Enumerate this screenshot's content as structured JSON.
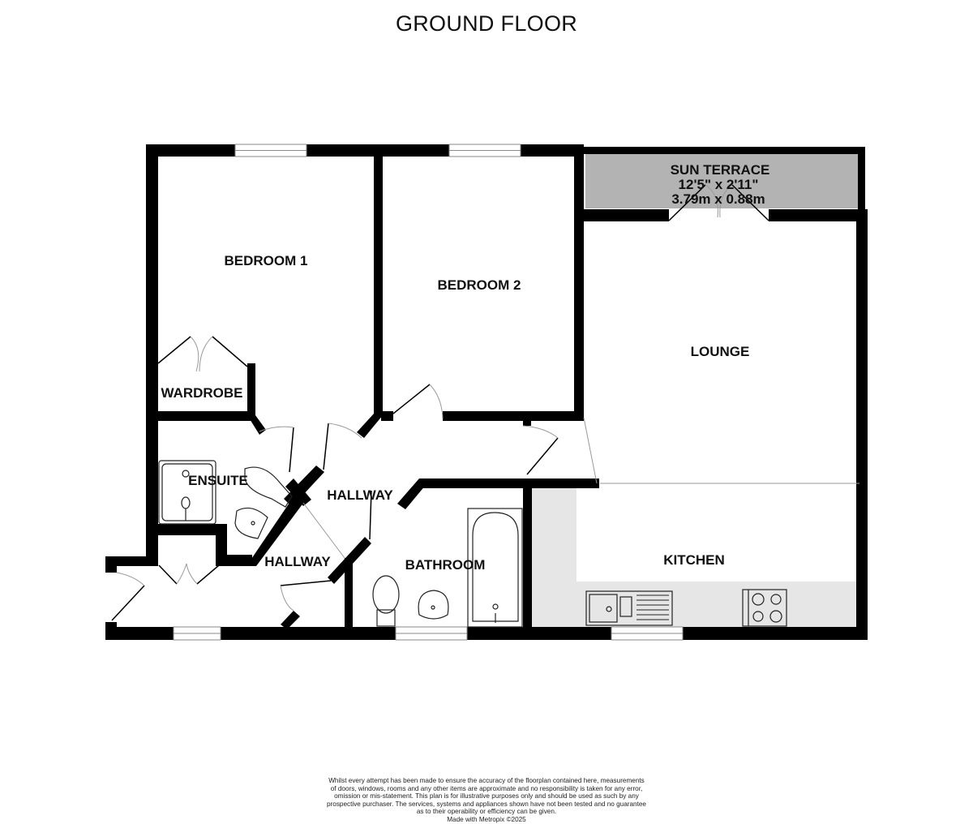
{
  "title": "GROUND FLOOR",
  "rooms": {
    "bedroom1": {
      "label": "BEDROOM 1"
    },
    "bedroom2": {
      "label": "BEDROOM 2"
    },
    "wardrobe": {
      "label": "WARDROBE"
    },
    "ensuite": {
      "label": "ENSUITE"
    },
    "hallway_upper": {
      "label": "HALLWAY"
    },
    "hallway_lower": {
      "label": "HALLWAY"
    },
    "bathroom": {
      "label": "BATHROOM"
    },
    "lounge": {
      "label": "LOUNGE"
    },
    "kitchen": {
      "label": "KITCHEN"
    },
    "sun_terrace": {
      "label": "SUN TERRACE",
      "imperial": "12'5\" x 2'11\"",
      "metric": "3.79m x 0.88m"
    }
  },
  "colors": {
    "wall": "#000000",
    "terrace_fill": "#b3b3b3",
    "worktop_fill": "#e6e6e6",
    "door_arc": "#9a9a9a"
  },
  "disclaimer": {
    "lines": [
      "Whilst every attempt has been made to ensure the accuracy of the floorplan contained here, measurements",
      "of doors, windows, rooms and any other items are approximate and no responsibility is taken for any error,",
      "omission or mis-statement. This plan is for illustrative purposes only and should be used as such by any",
      "prospective purchaser. The services, systems and appliances shown have not been tested and no guarantee",
      "as to their operability or efficiency can be given."
    ],
    "credit": "Made with Metropix ©2025"
  }
}
